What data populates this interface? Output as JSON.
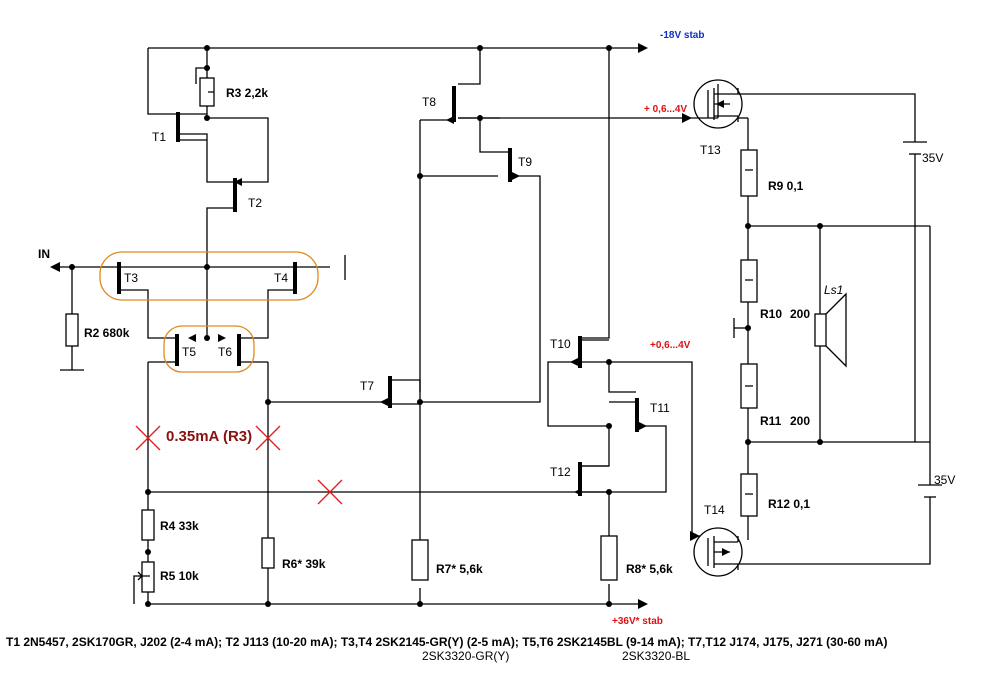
{
  "rails": {
    "neg": "-18V stab",
    "pos": "+36V* stab",
    "bias_top": "+ 0,6...4V",
    "bias_bottom": "+0,6...4V"
  },
  "input_label": "IN",
  "transistors": [
    "T1",
    "T2",
    "T3",
    "T4",
    "T5",
    "T6",
    "T7",
    "T8",
    "T9",
    "T10",
    "T11",
    "T12",
    "T13",
    "T14"
  ],
  "resistors": {
    "r1": "R3  2,2k",
    "r2": "R2  680k",
    "r4": "R4  33k",
    "r5": "R5  10k",
    "r6": "R6*  39k",
    "r7": "R7*  5,6k",
    "r8": "R8*  5,6k",
    "r9": "R9  0,1",
    "r10a": "R10",
    "r10b": "200",
    "r11a": "R11",
    "r11b": "200",
    "r12": "R12  0,1"
  },
  "speaker": "Ls1",
  "batteries": [
    "35V",
    "35V"
  ],
  "current_note": "0.35mA (R3)",
  "footer": {
    "line1": "T1  2N5457, 2SK170GR, J202 (2-4 mA);   T2  J113 (10-20 mA);  T3,T4  2SK2145-GR(Y) (2-5 mA);  T5,T6  2SK2145BL (9-14 mA);  T7,T12  J174, J175, J271 (30-60 mA)",
    "sub1": "2SK3320-GR(Y)",
    "sub2": "2SK3320-BL"
  },
  "colors": {
    "highlight": "#e08a20",
    "cross": "#e02020",
    "note": "#8b1010",
    "rail_neg": "#1030c0",
    "rail_pos": "#e01010"
  }
}
